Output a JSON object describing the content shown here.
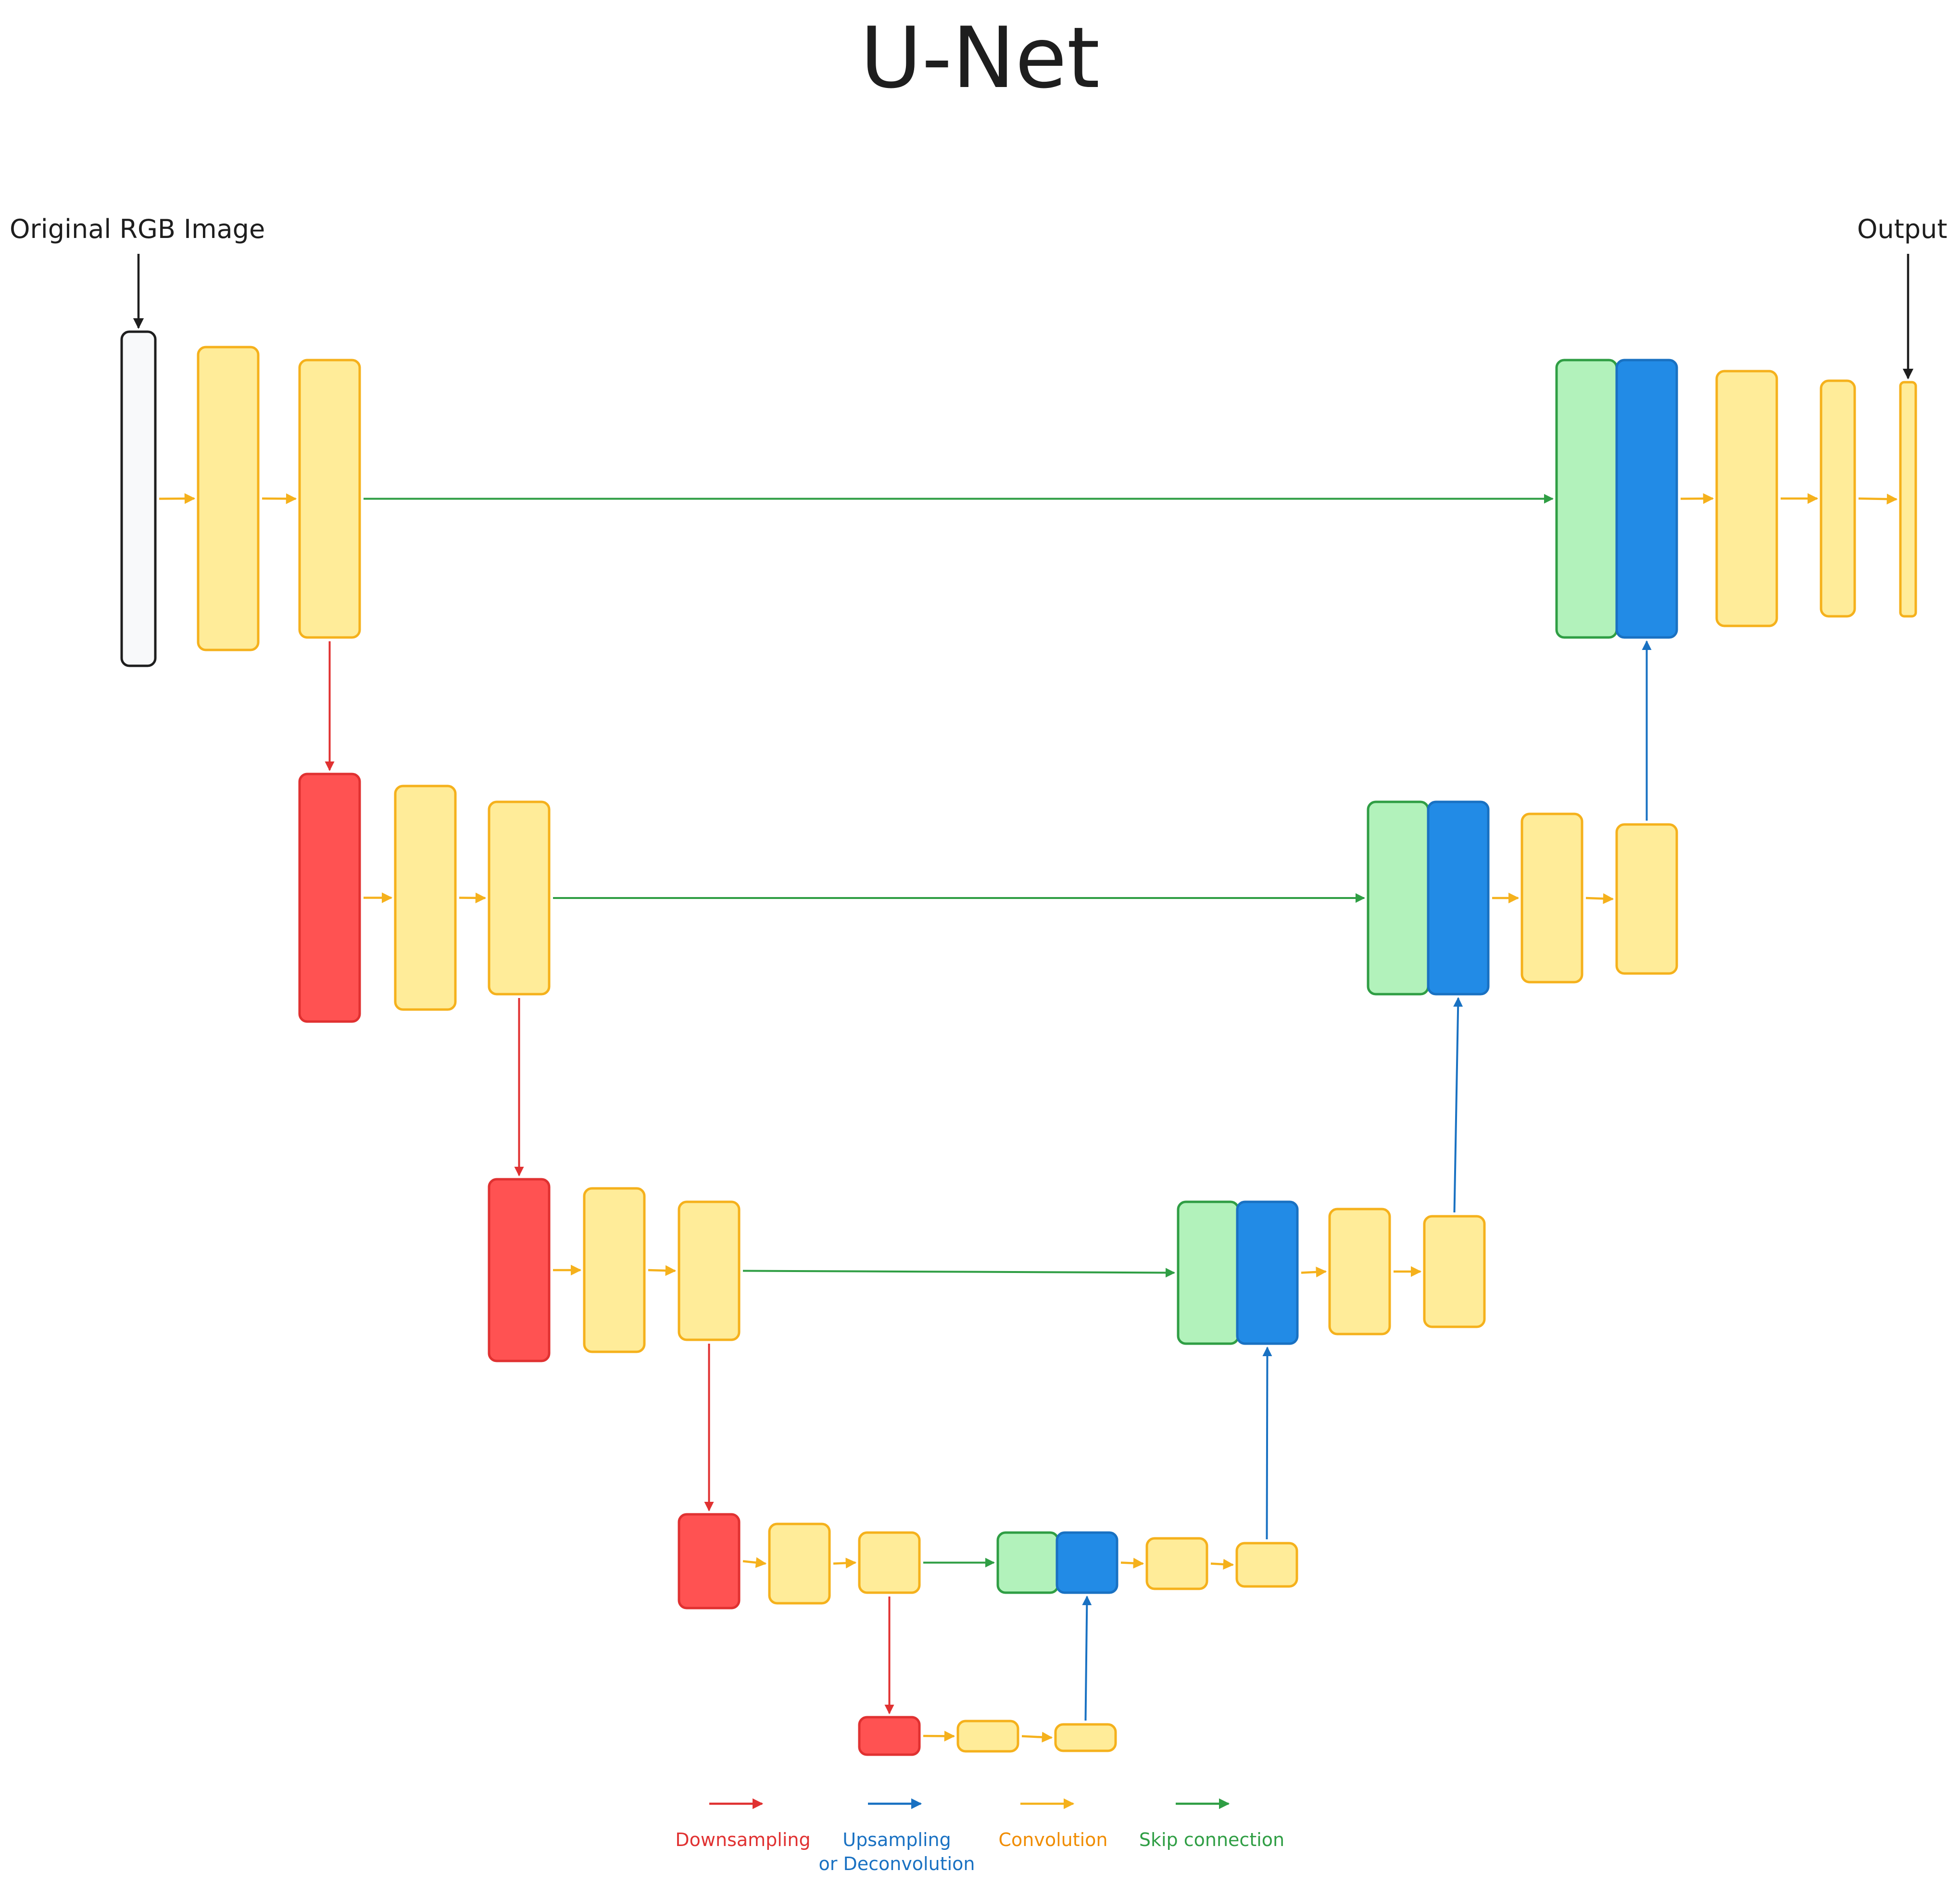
{
  "title": "U-Net",
  "labels": {
    "input": "Original RGB Image",
    "output": "Output"
  },
  "legend": [
    {
      "label": "Downsampling",
      "label2": "",
      "color": "#e03131"
    },
    {
      "label": "Upsampling",
      "label2": "or Deconvolution",
      "color": "#1971c2"
    },
    {
      "label": "Convolution",
      "label2": "",
      "color": "#f08c00"
    },
    {
      "label": "Skip connection",
      "label2": "",
      "color": "#2f9e44"
    }
  ],
  "colors": {
    "input_fill": "#f8f9fa",
    "input_stroke": "#1e1e1e",
    "conv_fill": "#ffec99",
    "conv_stroke": "#f5b11c",
    "down_fill": "#ff5252",
    "down_stroke": "#e03131",
    "skip_fill": "#b2f2bb",
    "skip_stroke": "#2f9e44",
    "up_fill": "#228be6",
    "up_stroke": "#1971c2",
    "arrow_conv": "#f5b11c",
    "arrow_down": "#e03131",
    "arrow_up": "#1971c2",
    "arrow_skip": "#2f9e44",
    "arrow_label": "#1e1e1e"
  },
  "blocks": [
    {
      "id": "in",
      "type": "input"
    },
    {
      "id": "e1c1",
      "type": "conv"
    },
    {
      "id": "e1c2",
      "type": "conv"
    },
    {
      "id": "e2d",
      "type": "down"
    },
    {
      "id": "e2c1",
      "type": "conv"
    },
    {
      "id": "e2c2",
      "type": "conv"
    },
    {
      "id": "e3d",
      "type": "down"
    },
    {
      "id": "e3c1",
      "type": "conv"
    },
    {
      "id": "e3c2",
      "type": "conv"
    },
    {
      "id": "e4d",
      "type": "down"
    },
    {
      "id": "e4c1",
      "type": "conv"
    },
    {
      "id": "e4c2",
      "type": "conv"
    },
    {
      "id": "bd",
      "type": "down"
    },
    {
      "id": "bc1",
      "type": "conv"
    },
    {
      "id": "bc2",
      "type": "conv"
    },
    {
      "id": "d4s",
      "type": "skip"
    },
    {
      "id": "d4u",
      "type": "up"
    },
    {
      "id": "d4c1",
      "type": "conv"
    },
    {
      "id": "d4c2",
      "type": "conv"
    },
    {
      "id": "d3s",
      "type": "skip"
    },
    {
      "id": "d3u",
      "type": "up"
    },
    {
      "id": "d3c1",
      "type": "conv"
    },
    {
      "id": "d3c2",
      "type": "conv"
    },
    {
      "id": "d2s",
      "type": "skip"
    },
    {
      "id": "d2u",
      "type": "up"
    },
    {
      "id": "d2c1",
      "type": "conv"
    },
    {
      "id": "d2c2",
      "type": "conv"
    },
    {
      "id": "d1s",
      "type": "skip"
    },
    {
      "id": "d1u",
      "type": "up"
    },
    {
      "id": "d1c1",
      "type": "conv"
    },
    {
      "id": "d1c2",
      "type": "conv"
    },
    {
      "id": "out",
      "type": "conv"
    }
  ],
  "connections": [
    {
      "from": "in",
      "to": "e1c1",
      "type": "conv"
    },
    {
      "from": "e1c1",
      "to": "e1c2",
      "type": "conv"
    },
    {
      "from": "e1c2",
      "to": "e2d",
      "type": "down"
    },
    {
      "from": "e2d",
      "to": "e2c1",
      "type": "conv"
    },
    {
      "from": "e2c1",
      "to": "e2c2",
      "type": "conv"
    },
    {
      "from": "e2c2",
      "to": "e3d",
      "type": "down"
    },
    {
      "from": "e3d",
      "to": "e3c1",
      "type": "conv"
    },
    {
      "from": "e3c1",
      "to": "e3c2",
      "type": "conv"
    },
    {
      "from": "e3c2",
      "to": "e4d",
      "type": "down"
    },
    {
      "from": "e4d",
      "to": "e4c1",
      "type": "conv"
    },
    {
      "from": "e4c1",
      "to": "e4c2",
      "type": "conv"
    },
    {
      "from": "e4c2",
      "to": "bd",
      "type": "down"
    },
    {
      "from": "bd",
      "to": "bc1",
      "type": "conv"
    },
    {
      "from": "bc1",
      "to": "bc2",
      "type": "conv"
    },
    {
      "from": "bc2",
      "to": "d4u",
      "type": "up"
    },
    {
      "from": "e4c2",
      "to": "d4s",
      "type": "skip"
    },
    {
      "from": "d4u",
      "to": "d4c1",
      "type": "conv"
    },
    {
      "from": "d4c1",
      "to": "d4c2",
      "type": "conv"
    },
    {
      "from": "d4c2",
      "to": "d3u",
      "type": "up"
    },
    {
      "from": "e3c2",
      "to": "d3s",
      "type": "skip"
    },
    {
      "from": "d3u",
      "to": "d3c1",
      "type": "conv"
    },
    {
      "from": "d3c1",
      "to": "d3c2",
      "type": "conv"
    },
    {
      "from": "d3c2",
      "to": "d2u",
      "type": "up"
    },
    {
      "from": "e2c2",
      "to": "d2s",
      "type": "skip"
    },
    {
      "from": "d2u",
      "to": "d2c1",
      "type": "conv"
    },
    {
      "from": "d2c1",
      "to": "d2c2",
      "type": "conv"
    },
    {
      "from": "d2c2",
      "to": "d1u",
      "type": "up"
    },
    {
      "from": "e1c2",
      "to": "d1s",
      "type": "skip"
    },
    {
      "from": "d1u",
      "to": "d1c1",
      "type": "conv"
    },
    {
      "from": "d1c1",
      "to": "d1c2",
      "type": "conv"
    },
    {
      "from": "d1c2",
      "to": "out",
      "type": "conv"
    }
  ]
}
